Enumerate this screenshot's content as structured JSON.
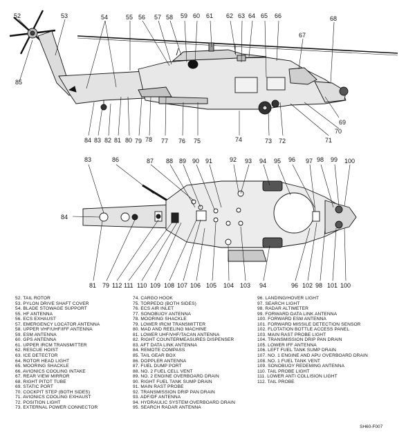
{
  "figure_id": "SH60-F007",
  "callouts_side": [
    "52",
    "53",
    "54",
    "55",
    "56",
    "57",
    "58",
    "59",
    "60",
    "61",
    "62",
    "63",
    "64",
    "65",
    "66",
    "67",
    "68",
    "69",
    "70",
    "71",
    "72",
    "73",
    "74",
    "75",
    "76",
    "77",
    "78",
    "79",
    "80",
    "81",
    "82",
    "83",
    "84",
    "85"
  ],
  "callouts_bottom": [
    "83",
    "86",
    "87",
    "88",
    "89",
    "90",
    "91",
    "92",
    "93",
    "94",
    "95",
    "96",
    "97",
    "98",
    "99",
    "100",
    "84",
    "81",
    "79",
    "112",
    "111",
    "110",
    "109",
    "108",
    "107",
    "106",
    "105",
    "104",
    "103",
    "94",
    "96",
    "102",
    "98",
    "101",
    "100"
  ],
  "legend": [
    {
      "num": "52.",
      "text": "TAIL ROTOR"
    },
    {
      "num": "53.",
      "text": "PYLON DRIVE SHAFT COVER"
    },
    {
      "num": "54.",
      "text": "BLADE STOWAGE SUPPORT"
    },
    {
      "num": "55.",
      "text": "HF ANTENNA"
    },
    {
      "num": "56.",
      "text": "ECS EXHAUST"
    },
    {
      "num": "57.",
      "text": "EMERGENCY LOCATOR ANTENNA"
    },
    {
      "num": "58.",
      "text": "UPPER VHF/UHF/IFF ANTENNA"
    },
    {
      "num": "59.",
      "text": "ESM ANTENNA"
    },
    {
      "num": "60.",
      "text": "GPS ANTENNA"
    },
    {
      "num": "61.",
      "text": "UPPER IRCM TRANSMITTER"
    },
    {
      "num": "62.",
      "text": "RESCUE HOIST"
    },
    {
      "num": "63.",
      "text": "ICE DETECTOR"
    },
    {
      "num": "64.",
      "text": "ROTOR HEAD LIGHT"
    },
    {
      "num": "65.",
      "text": "MOORING SHACKLE"
    },
    {
      "num": "66.",
      "text": "AVIONICS COOLING INTAKE"
    },
    {
      "num": "67.",
      "text": "REAR VIEW MIRROR"
    },
    {
      "num": "68.",
      "text": "RIGHT PITOT TUBE"
    },
    {
      "num": "69.",
      "text": "STATIC PORT"
    },
    {
      "num": "70.",
      "text": "COCKPIT STEP (BOTH SIDES)"
    },
    {
      "num": "71.",
      "text": "AVIONICS COOLING EXHAUST"
    },
    {
      "num": "72.",
      "text": "POSITION LIGHT"
    },
    {
      "num": "73.",
      "text": "EXTERNAL POWER CONNECTOR"
    },
    {
      "num": "74.",
      "text": "CARGO HOOK"
    },
    {
      "num": "75.",
      "text": "TORPEDO (BOTH SIDES)"
    },
    {
      "num": "76.",
      "text": "ECS AIR INLET"
    },
    {
      "num": "77.",
      "text": "SONOBUOY ANTENNA"
    },
    {
      "num": "78.",
      "text": "MOORING SHACKLE"
    },
    {
      "num": "79.",
      "text": "LOWER IRCM TRANSMITTER"
    },
    {
      "num": "80.",
      "text": "MAD AND REELING MACHINE"
    },
    {
      "num": "81.",
      "text": "LOWER UHF/VHF/TACAN ANTENNA"
    },
    {
      "num": "82.",
      "text": "RIGHT COUNTERMEASURES DISPENSER"
    },
    {
      "num": "83.",
      "text": "AFT DATA LINK ANTENNA"
    },
    {
      "num": "84.",
      "text": "REMOTE COMPASS"
    },
    {
      "num": "85.",
      "text": "TAIL GEAR BOX"
    },
    {
      "num": "86.",
      "text": "DOPPLER ANTENNA"
    },
    {
      "num": "87.",
      "text": "FUEL DUMP PORT"
    },
    {
      "num": "88.",
      "text": "NO. 2 FUEL CELL VENT"
    },
    {
      "num": "89.",
      "text": "NO. 2 ENGINE OVERBOARD DRAIN"
    },
    {
      "num": "90.",
      "text": "RIGHT FUEL TANK SUMP DRAIN"
    },
    {
      "num": "91.",
      "text": "MAIN RAST PROBE"
    },
    {
      "num": "92.",
      "text": "TRANSMISSION DRIP PAN DRAIN"
    },
    {
      "num": "93.",
      "text": "ADF/DF ANTENNA"
    },
    {
      "num": "94.",
      "text": "HYDRAULIC SYSTEM OVERBOARD DRAIN"
    },
    {
      "num": "95.",
      "text": "SEARCH RADAR ANTENNA"
    },
    {
      "num": "96.",
      "text": "LANDING/HOVER LIGHT"
    },
    {
      "num": "97.",
      "text": "SEARCH LIGHT"
    },
    {
      "num": "98.",
      "text": "RADAR ALTIMETER"
    },
    {
      "num": "99.",
      "text": "FORWARD DATA LINK ANTENNA"
    },
    {
      "num": "100.",
      "text": "FORWARD ESM ANTENNA"
    },
    {
      "num": "101.",
      "text": "FORWARD MISSILE DETECTION SENSOR"
    },
    {
      "num": "102.",
      "text": "FLOTATION BOTTLE ACCESS PANEL"
    },
    {
      "num": "103.",
      "text": "MAIN RAST PROBE LIGHT"
    },
    {
      "num": "104.",
      "text": "TRANSMISSION DRIP PAN DRAIN"
    },
    {
      "num": "105.",
      "text": "LOWER IFF ANTENNA"
    },
    {
      "num": "106.",
      "text": "LEFT FUEL TANK SUMP DRAIN"
    },
    {
      "num": "107.",
      "text": "NO. 1 ENGINE AND APU OVERBOARD DRAIN"
    },
    {
      "num": "108.",
      "text": "NO. 1 FUEL TANK VENT"
    },
    {
      "num": "109.",
      "text": "SONOBUOY REDEMING ANTENNA"
    },
    {
      "num": "110.",
      "text": "TAIL PROBE LIGHT"
    },
    {
      "num": "111.",
      "text": "LOWER ANTI COLLISION LIGHT"
    },
    {
      "num": "112.",
      "text": "TAIL PROBE"
    }
  ]
}
